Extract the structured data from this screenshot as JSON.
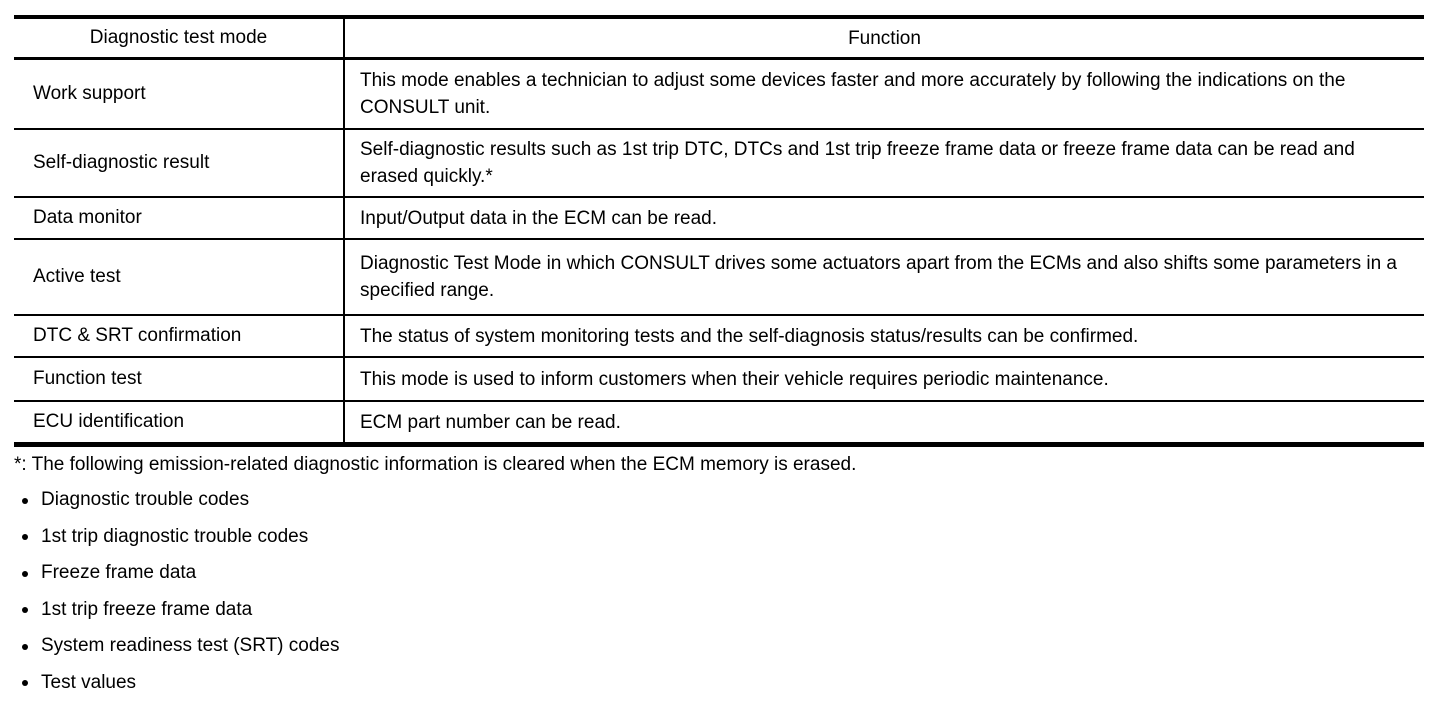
{
  "table": {
    "headers": {
      "mode": "Diagnostic test mode",
      "function": "Function"
    },
    "rows": [
      {
        "mode": "Work support",
        "function": "This mode enables a technician to adjust some devices faster and more accurately by following the indications on the CONSULT unit."
      },
      {
        "mode": "Self-diagnostic result",
        "function": "Self-diagnostic results such as 1st trip DTC, DTCs and 1st trip freeze frame data or freeze frame data can be read and erased quickly.*"
      },
      {
        "mode": "Data monitor",
        "function": "Input/Output data in the ECM can be read."
      },
      {
        "mode": "Active test",
        "function": "Diagnostic Test Mode in which CONSULT drives some actuators apart from the ECMs and also shifts some parameters in a specified range."
      },
      {
        "mode": "DTC & SRT confirmation",
        "function": "The status of system monitoring tests and the self-diagnosis status/results can be confirmed."
      },
      {
        "mode": "Function test",
        "function": "This mode is used to inform customers when their vehicle requires periodic maintenance."
      },
      {
        "mode": "ECU identification",
        "function": "ECM part number can be read."
      }
    ]
  },
  "footnote": "*: The following emission-related diagnostic information is cleared when the ECM memory is erased.",
  "notes": {
    "items": [
      "Diagnostic trouble codes",
      "1st trip diagnostic trouble codes",
      "Freeze frame data",
      "1st trip freeze frame data",
      "System readiness test (SRT) codes",
      "Test values"
    ]
  }
}
